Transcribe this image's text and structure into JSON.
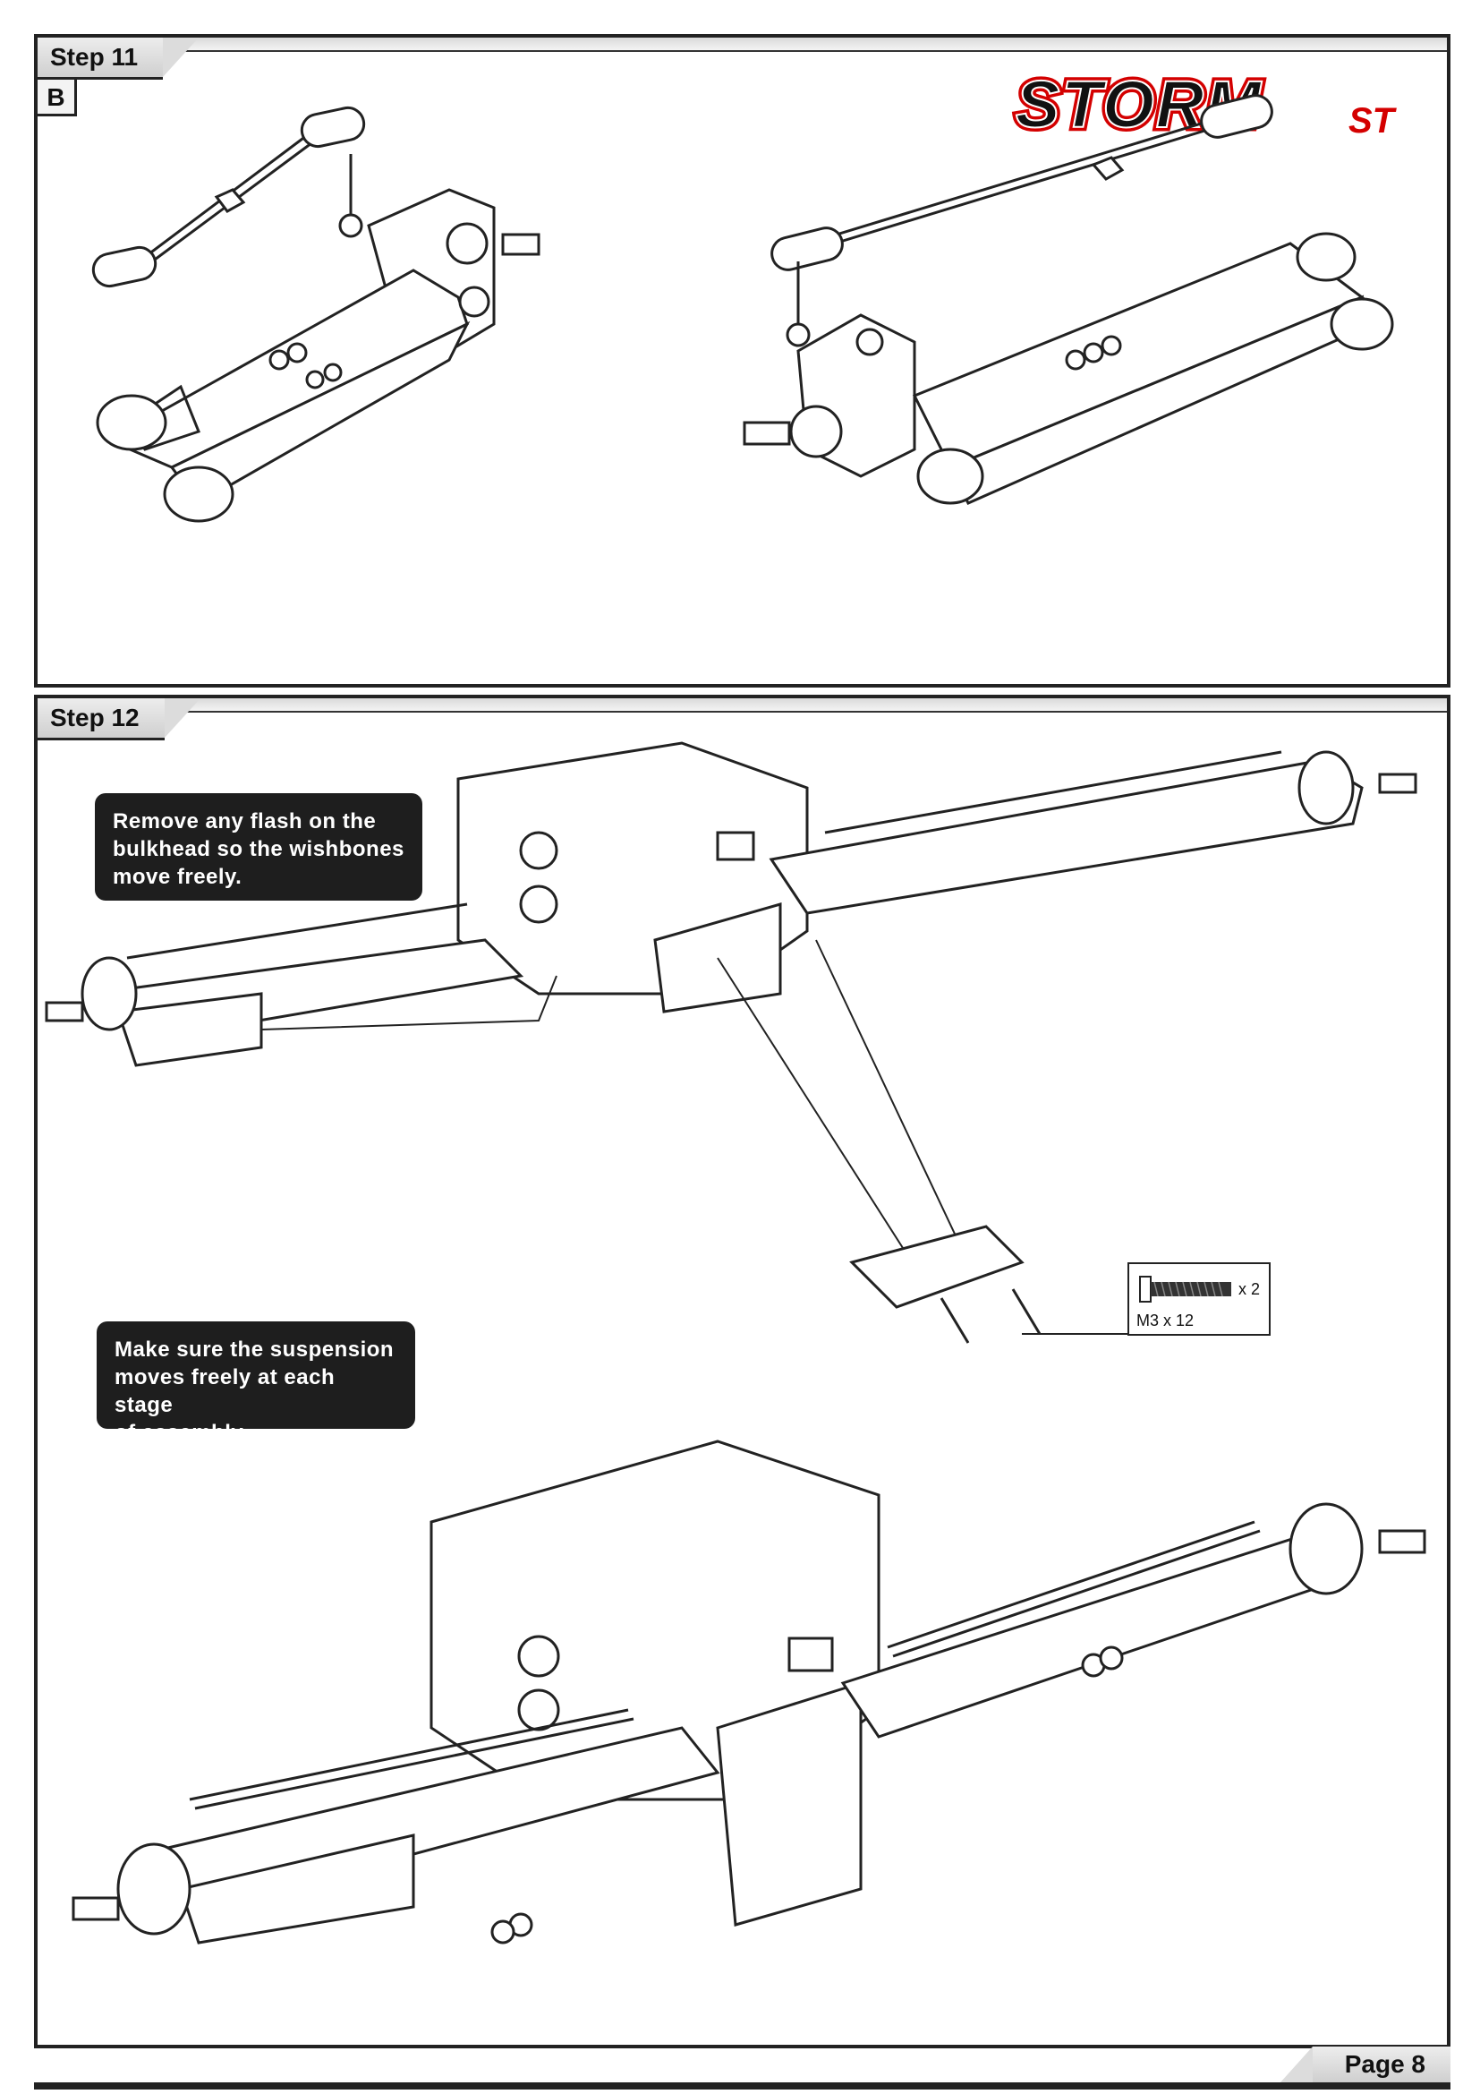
{
  "logo": {
    "text": "STORM",
    "suffix": "ST",
    "accent_color": "#d40000"
  },
  "step11": {
    "label": "Step 11",
    "sub_label": "B"
  },
  "step12": {
    "label": "Step 12",
    "note_1": [
      "Remove any flash on the",
      "bulkhead so the wishbones",
      "move freely."
    ],
    "note_2": [
      "Make sure the suspension",
      "moves freely at each stage",
      "of assembly."
    ],
    "screw": {
      "qty": "x 2",
      "size": "M3 x 12"
    }
  },
  "footer": {
    "page": "Page 8"
  }
}
